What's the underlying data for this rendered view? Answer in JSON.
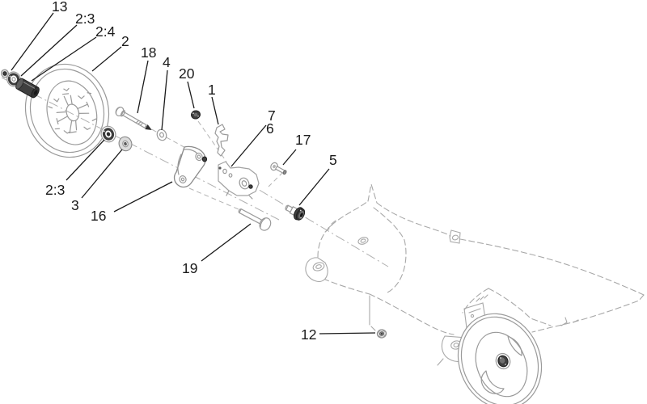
{
  "figure": {
    "colors": {
      "background": "#ffffff",
      "outline": "#9a9a9a",
      "deck": "#a8a8a8",
      "dark": "#3f3f3f",
      "callout": "#1a1a1a"
    }
  },
  "callouts": [
    {
      "label": "13"
    },
    {
      "label": "2:3"
    },
    {
      "label": "2:4"
    },
    {
      "label": "2"
    },
    {
      "label": "18"
    },
    {
      "label": "4"
    },
    {
      "label": "20"
    },
    {
      "label": "1"
    },
    {
      "label": "7"
    },
    {
      "label": "6"
    },
    {
      "label": "17"
    },
    {
      "label": "5"
    },
    {
      "label": "2:3"
    },
    {
      "label": "3"
    },
    {
      "label": "16"
    },
    {
      "label": "19"
    },
    {
      "label": "12"
    }
  ]
}
